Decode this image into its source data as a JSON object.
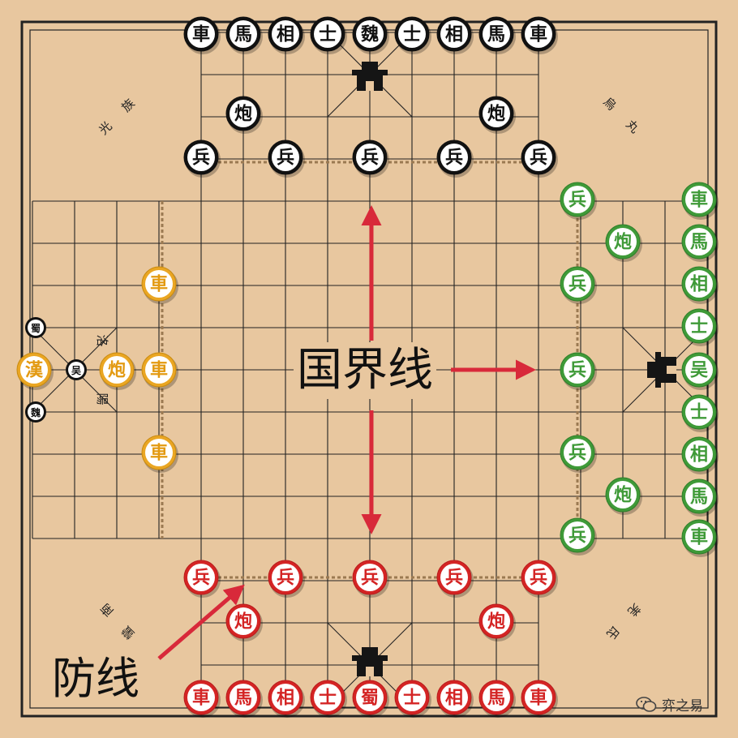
{
  "annotations": {
    "border_line": "国界线",
    "defense_line": "防线"
  },
  "watermark": {
    "text": "弈之易",
    "icon": "wechat-icon"
  },
  "colors": {
    "board_bg": "#e8c79f",
    "line": "#222222",
    "black_piece": "#111111",
    "red_piece": "#d42424",
    "green_piece": "#3f9a38",
    "yellow_piece": "#eaa623",
    "arrow": "#d8293a"
  },
  "corner_labels": {
    "top_left": [
      "光",
      "族"
    ],
    "top_right": [
      "烏",
      "丸"
    ],
    "bottom_left": [
      "南",
      "蠻"
    ],
    "bottom_right": [
      "羌",
      "氐"
    ]
  },
  "side_markers": {
    "left_top": "洛",
    "left_bottom": "陽"
  },
  "pieces": {
    "black": {
      "color": "black",
      "back_row": [
        "車",
        "馬",
        "相",
        "士",
        "魏",
        "士",
        "相",
        "馬",
        "車"
      ],
      "cannons": [
        "炮",
        "炮"
      ],
      "soldiers": [
        "兵",
        "兵",
        "兵",
        "兵",
        "兵"
      ]
    },
    "red": {
      "color": "red",
      "back_row": [
        "車",
        "馬",
        "相",
        "士",
        "蜀",
        "士",
        "相",
        "馬",
        "車"
      ],
      "cannons": [
        "炮",
        "炮"
      ],
      "soldiers": [
        "兵",
        "兵",
        "兵",
        "兵",
        "兵"
      ]
    },
    "green": {
      "color": "green",
      "back_row": [
        "車",
        "馬",
        "相",
        "士",
        "吴",
        "士",
        "相",
        "馬",
        "車"
      ],
      "cannons": [
        "炮",
        "炮"
      ],
      "soldiers": [
        "兵",
        "兵",
        "兵",
        "兵",
        "兵"
      ]
    },
    "yellow": {
      "color": "yellow",
      "king": "漢",
      "cannon": "炮",
      "chariots": [
        "車",
        "車",
        "車"
      ],
      "emblems": [
        "蜀",
        "吴",
        "魏"
      ]
    }
  }
}
